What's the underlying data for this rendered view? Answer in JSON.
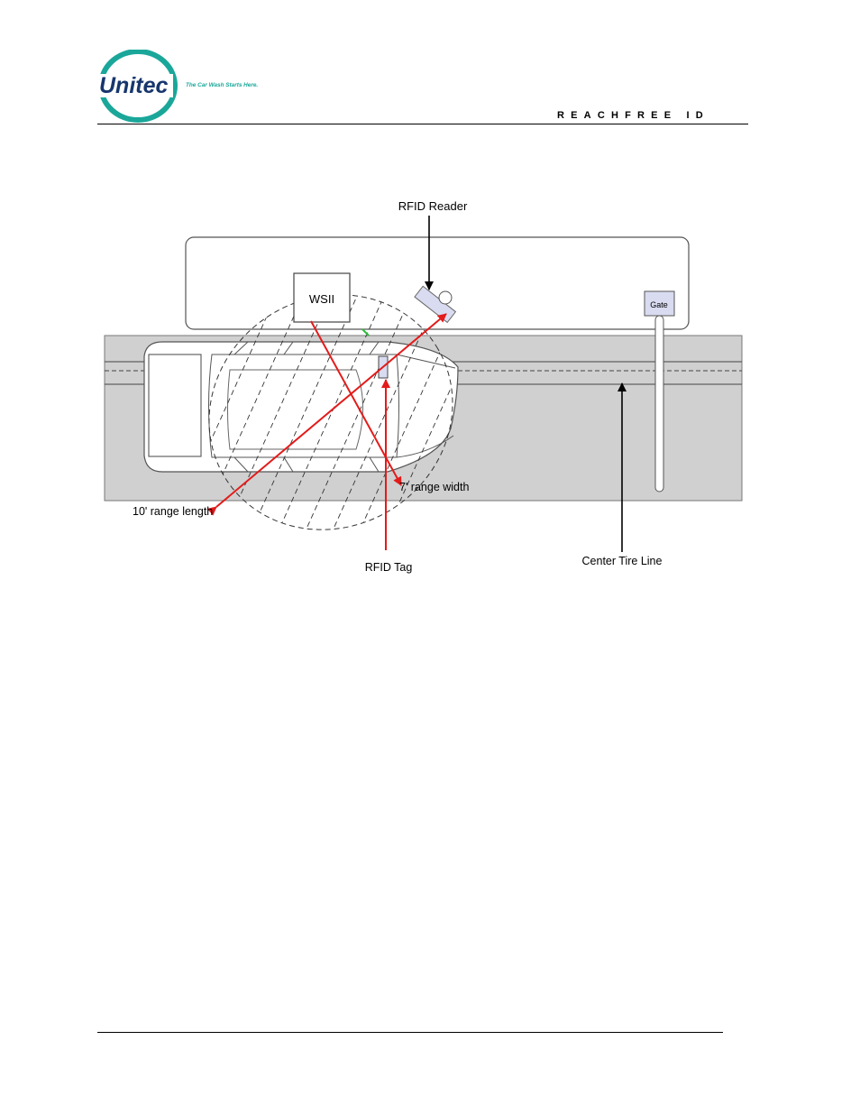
{
  "header": {
    "logo_name": "Unitec",
    "logo_tagline": "The Car Wash Starts Here.",
    "doc_title": "REACHFREE ID"
  },
  "colors": {
    "brand_teal": "#1aa79a",
    "brand_navy": "#17366e",
    "lane_gray": "#d0d0d0",
    "arrow_red": "#e31b1b",
    "device_lavender": "#d9dbf0"
  },
  "diagram": {
    "labels": {
      "rfid_reader": "RFID Reader",
      "wsii": "WSII",
      "gate": "Gate",
      "range_width": "7' range width",
      "range_length": "10' range length",
      "rfid_tag": "RFID Tag",
      "center_tire_line": "Center Tire Line"
    }
  }
}
